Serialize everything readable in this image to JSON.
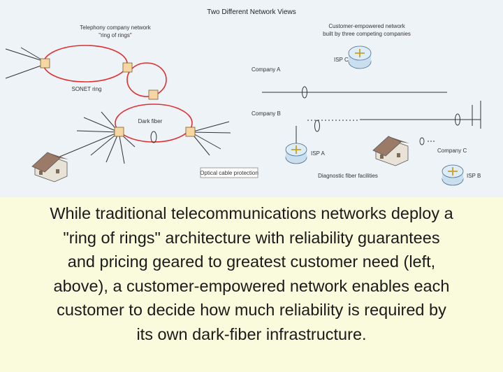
{
  "figure": {
    "title": "Two Different Network Views",
    "left_heading_line1": "Telephony company network",
    "left_heading_line2": "\"ring of rings\"",
    "right_heading_line1": "Customer-empowered network",
    "right_heading_line2": "built by three competing companies",
    "sonet_ring_label": "SONET ring",
    "dark_fiber_label": "Dark fiber",
    "company_a_label": "Company A",
    "company_b_label": "Company B",
    "company_c_label": "Company C",
    "isp_a_label": "ISP A",
    "isp_b_label": "ISP B",
    "isp_c_label": "ISP C",
    "diagnostic_label": "Diagnostic fiber facilities",
    "legend_label": "Optical cable protection",
    "colors": {
      "ring": "#e03030",
      "node": "#f6d7a4",
      "router": "#c9dff0",
      "house_roof": "#9b7a68",
      "house_wall": "#e9e2d7"
    }
  },
  "caption": {
    "line1": "While traditional telecommunications networks deploy a",
    "line2": "\"ring of rings\" architecture with reliability guarantees",
    "line3": "and pricing geared to greatest customer need (left,",
    "line4": "above), a customer-empowered network enables each",
    "line5": "customer to decide how much reliability is required by",
    "line6": "its own dark-fiber infrastructure."
  }
}
